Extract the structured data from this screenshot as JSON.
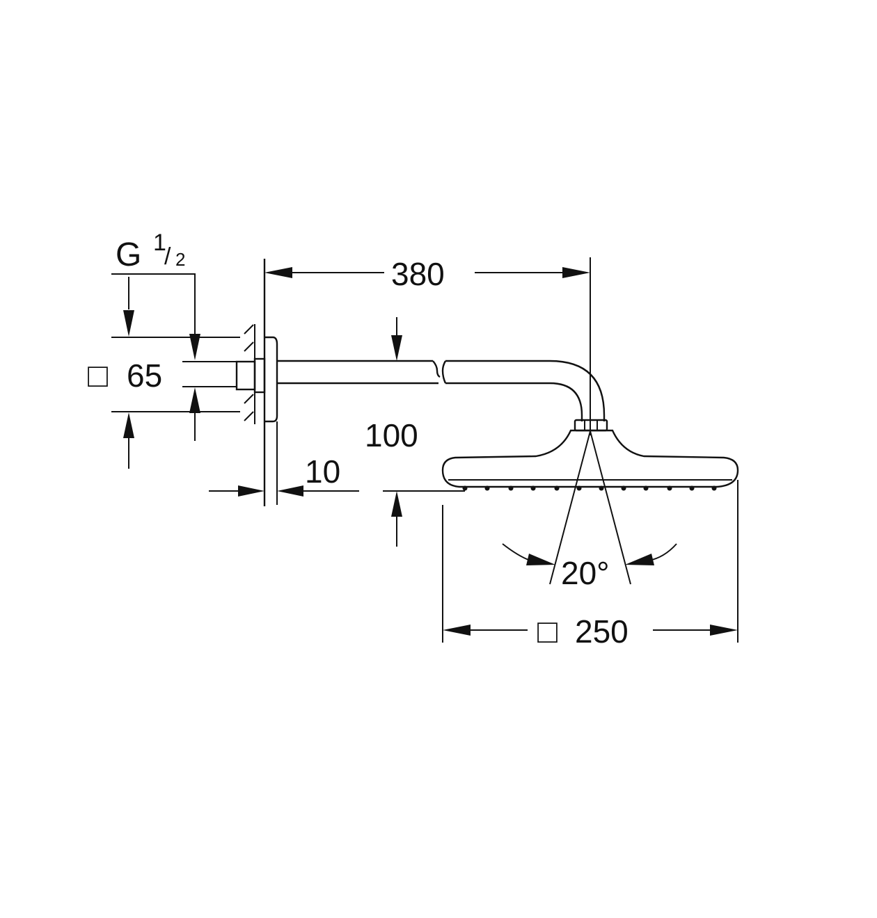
{
  "dimensions": {
    "thread": {
      "letter": "G",
      "numerator": "1",
      "slash": "/",
      "denominator": "2"
    },
    "flange_square": {
      "symbol": "□",
      "value": "65"
    },
    "arm_projection": "380",
    "drop_height": "100",
    "flange_depth": "10",
    "spray_angle": "20°",
    "head_square": {
      "symbol": "□",
      "value": "250"
    }
  },
  "colors": {
    "line": "#111111",
    "background": "#ffffff"
  }
}
